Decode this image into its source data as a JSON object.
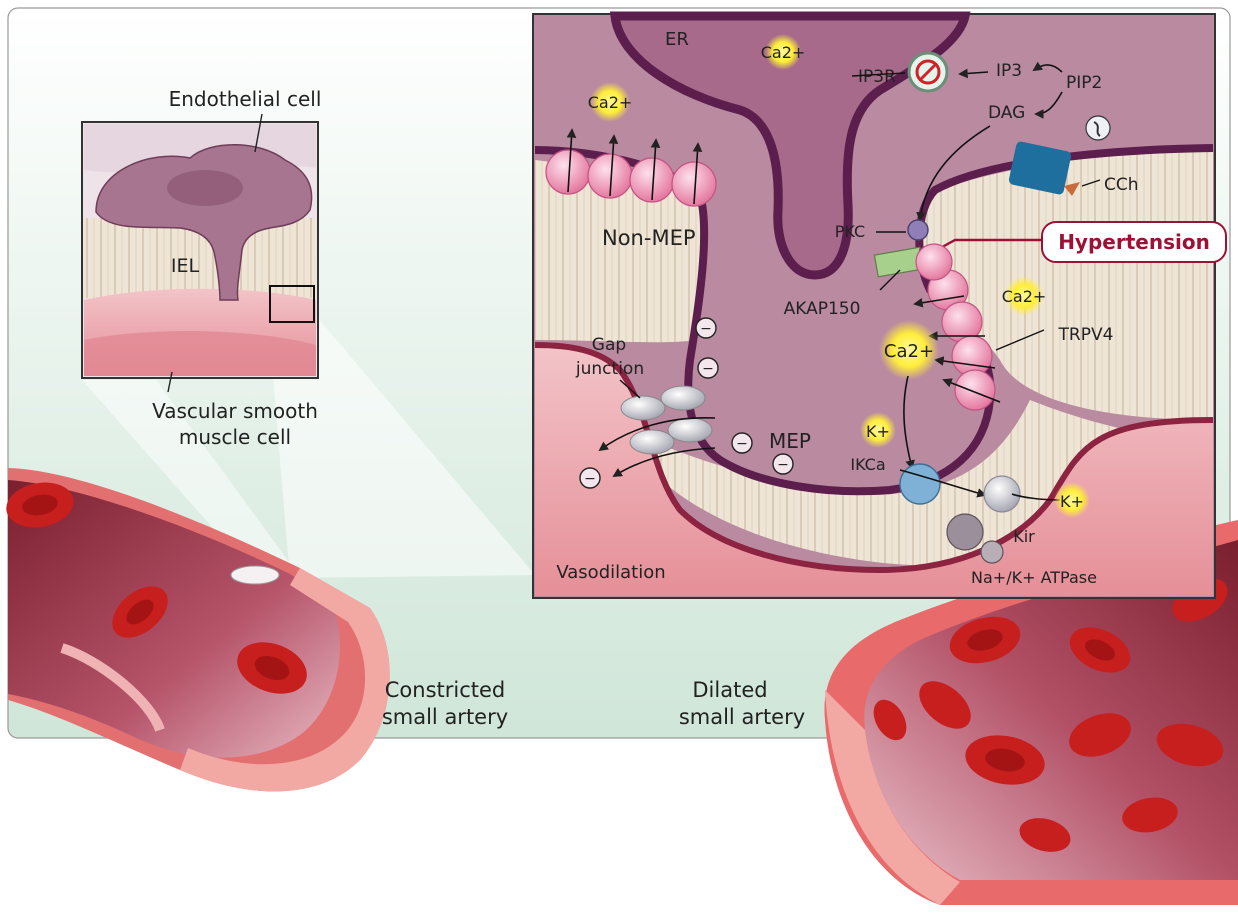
{
  "labels": {
    "endothelial_cell": "Endothelial cell",
    "iel": "IEL",
    "vsmc_line1": "Vascular smooth",
    "vsmc_line2": "muscle cell",
    "constricted_line1": "Constricted",
    "constricted_line2": "small artery",
    "dilated_line1": "Dilated",
    "dilated_line2": "small artery",
    "er": "ER",
    "ca_er": "Ca2+",
    "ip3r": "IP3R",
    "ip3": "IP3",
    "pip2": "PIP2",
    "dag": "DAG",
    "cch": "CCh",
    "ca_cyto": "Ca2+",
    "non_mep": "Non-MEP",
    "pkc": "PKC",
    "hypertension": "Hypertension",
    "akap150": "AKAP150",
    "ca_trpv4": "Ca2+",
    "trpv4": "TRPV4",
    "ca_big": "Ca2+",
    "gap_line1": "Gap",
    "gap_line2": "junction",
    "mep": "MEP",
    "k_left": "K+",
    "ikca": "IKCa",
    "k_right": "K+",
    "kir": "Kir",
    "nak": "Na+/K+ ATPase",
    "vasodilation": "Vasodilation",
    "minus": "−"
  },
  "colors": {
    "frame": "#3a3a3a",
    "background_gradient_top": "#ffffff",
    "background_gradient_bottom": "#cfe6d8",
    "er_fill": "#a86a8a",
    "endothelium_fill": "#b98aa0",
    "membrane": "#5c1f4d",
    "smooth_muscle": "#e6a0a6",
    "iel_stripes": "#efe6da",
    "hypertension_text": "#9c1236",
    "ca_glow": "#fff35a",
    "trpv4_channel": "#f2a8c4",
    "ikca_channel": "#7fb1d6",
    "receptor_blue": "#1f6f9e",
    "akap_green": "#a8d08d",
    "red_blood_cell": "#c81e1e",
    "artery_wall": "#e86a6a"
  }
}
